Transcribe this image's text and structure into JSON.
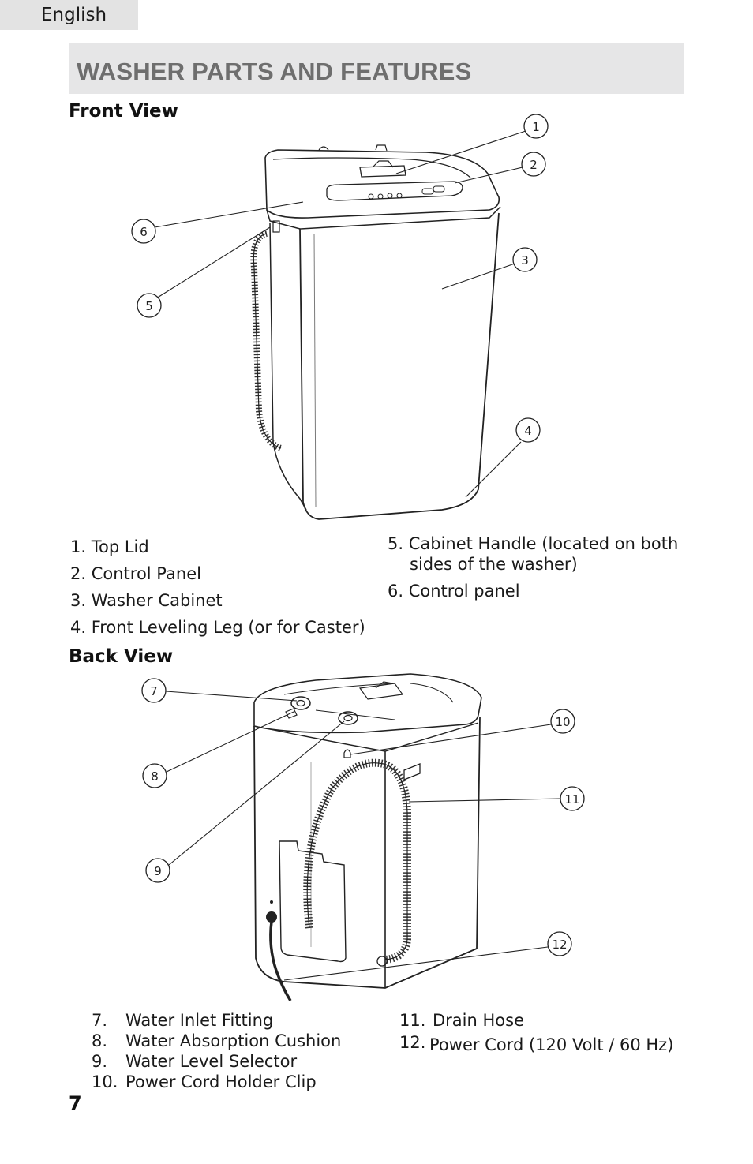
{
  "header": {
    "language_tab": "English",
    "section_title": "WASHER PARTS AND FEATURES"
  },
  "front_view": {
    "heading": "Front View",
    "callouts": [
      "1",
      "2",
      "3",
      "4",
      "5",
      "6"
    ],
    "parts_left": [
      "1. Top Lid",
      "2. Control Panel",
      "3. Washer Cabinet",
      "4. Front Leveling Leg (or for Caster)"
    ],
    "parts_right": [
      {
        "line1": "5. Cabinet Handle (located on both",
        "line2": "sides of the washer)"
      },
      {
        "line1": "6. Control panel"
      }
    ]
  },
  "back_view": {
    "heading": "Back View",
    "callouts": [
      "7",
      "8",
      "9",
      "10",
      "11",
      "12"
    ],
    "parts_left": [
      {
        "num": "7.",
        "label": "Water Inlet Fitting"
      },
      {
        "num": "8.",
        "label": "Water Absorption Cushion"
      },
      {
        "num": "9.",
        "label": "Water Level Selector"
      },
      {
        "num": "10.",
        "label": "Power Cord Holder Clip"
      }
    ],
    "parts_right": [
      {
        "num": "11.",
        "label": "Drain Hose"
      },
      {
        "num": "12.",
        "label": "Power Cord (120 Volt / 60 Hz)"
      }
    ]
  },
  "footer": {
    "page_number": "7"
  }
}
